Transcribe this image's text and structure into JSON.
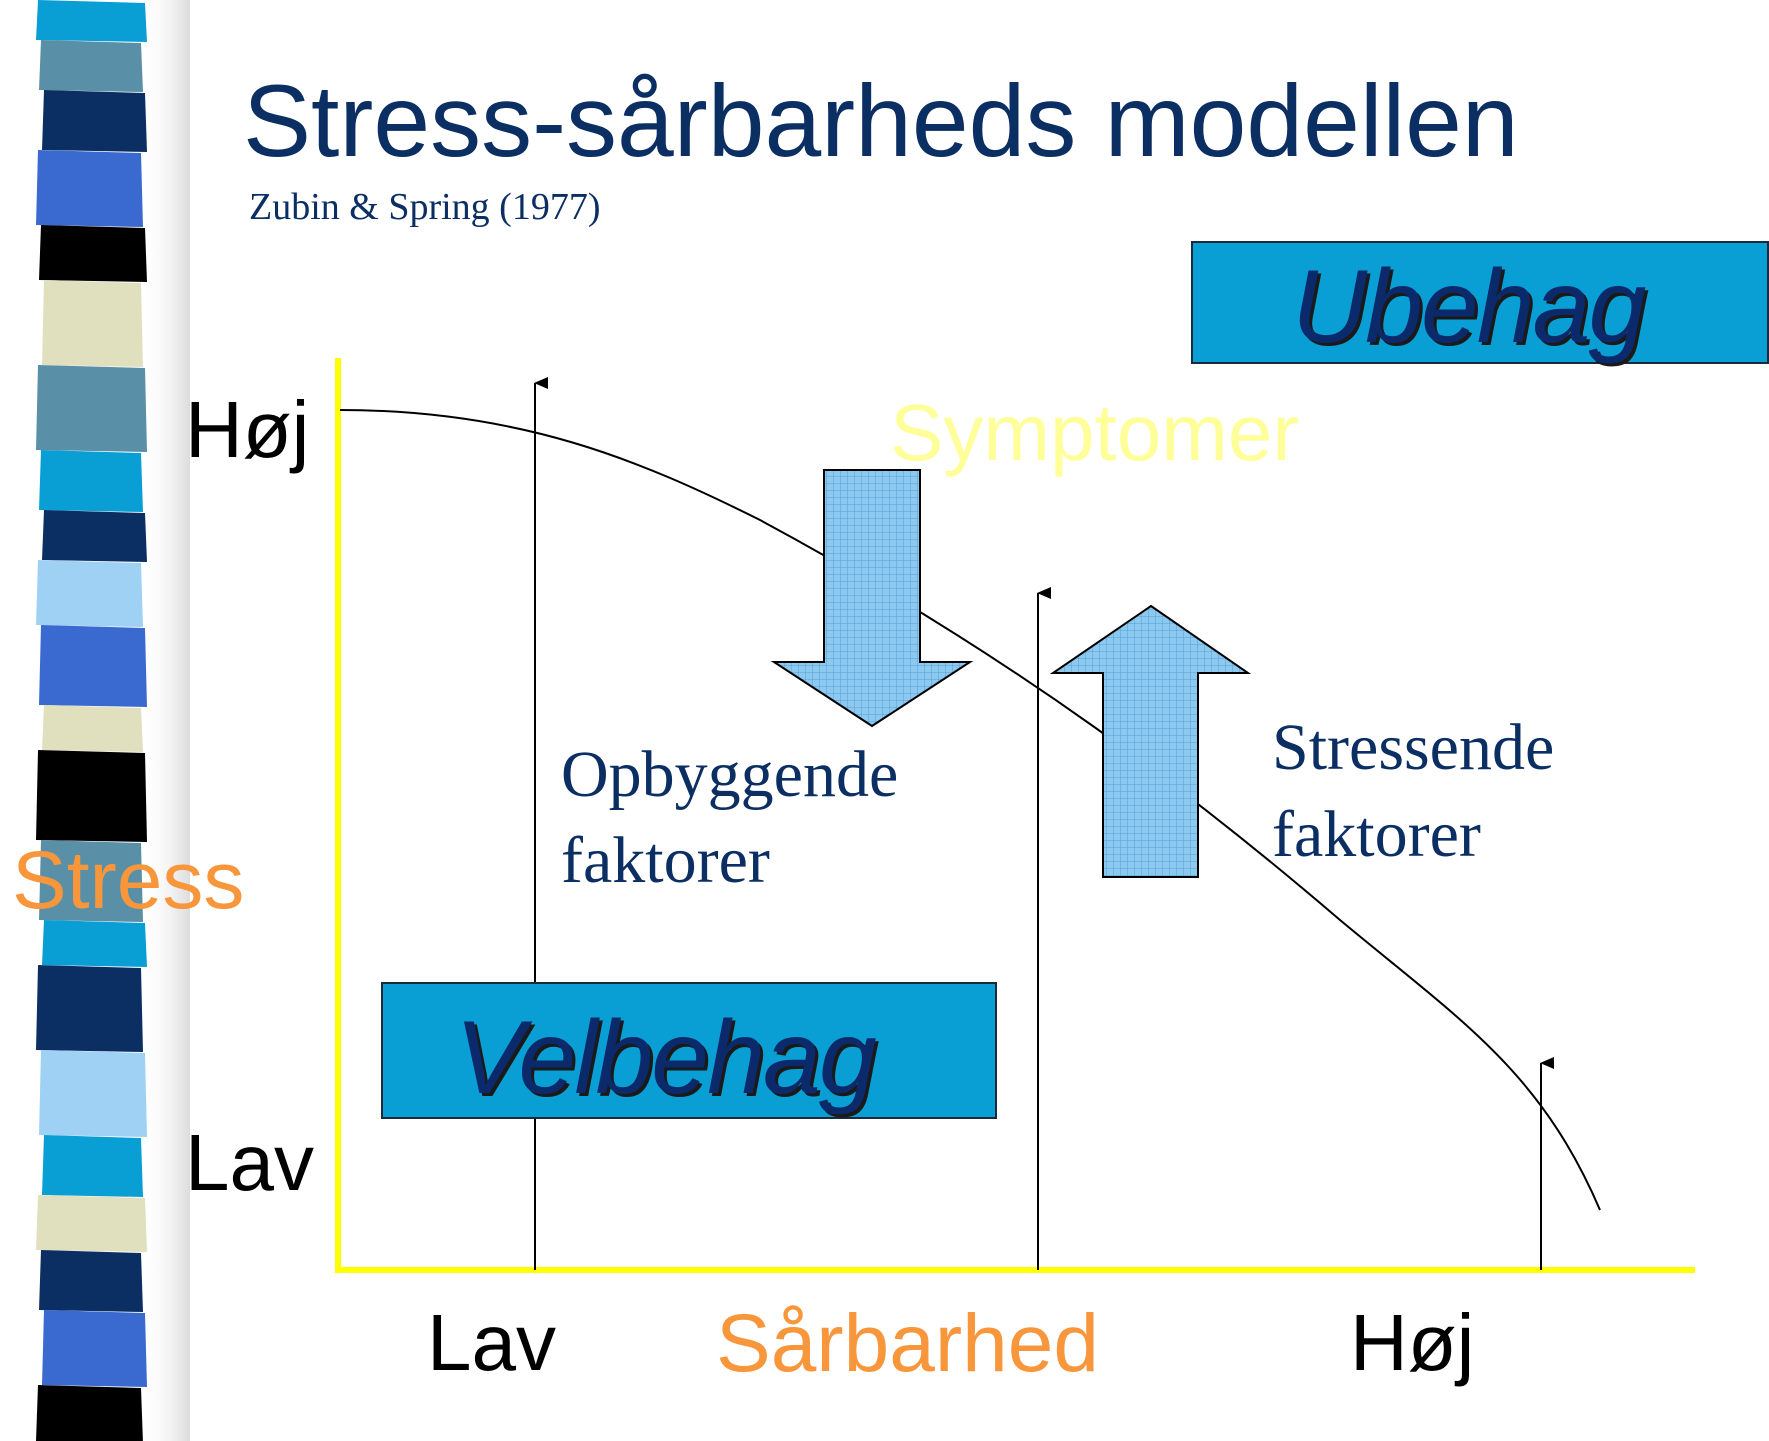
{
  "title": "Stress-sårbarheds modellen",
  "subtitle": "Zubin & Spring (1977)",
  "y_axis": {
    "label": "Stress",
    "high": "Høj",
    "low": "Lav"
  },
  "x_axis": {
    "label": "Sårbarhed",
    "low": "Lav",
    "high": "Høj"
  },
  "symptoms_label": "Symptomer",
  "boxes": {
    "ubehag": "Ubehag",
    "velbehag": "Velbehag"
  },
  "arrows": {
    "down_label_line1": "Opbyggende",
    "down_label_line2": "faktorer",
    "up_label_line1": "Stressende",
    "up_label_line2": "faktorer"
  },
  "colors": {
    "title": "#0b2e63",
    "axis": "#ffff00",
    "accent_orange": "#f7963b",
    "symptoms": "#ffff99",
    "box_fill": "#0a9fd4",
    "arrow_fill": "#8ec8ee"
  }
}
